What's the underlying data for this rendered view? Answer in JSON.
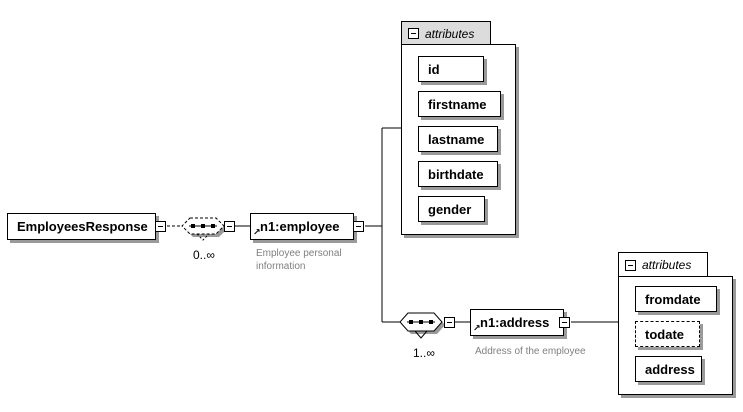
{
  "root": {
    "label": "EmployeesResponse"
  },
  "sequence1": {
    "cardinality": "0..∞"
  },
  "employee": {
    "label": "n1:employee",
    "doc": [
      "Employee personal",
      "information"
    ]
  },
  "employee_attributes": {
    "title": "attributes",
    "items": [
      "id",
      "firstname",
      "lastname",
      "birthdate",
      "gender"
    ]
  },
  "sequence2": {
    "cardinality": "1..∞"
  },
  "address": {
    "label": "n1:address",
    "doc": "Address of the employee"
  },
  "address_attributes": {
    "title": "attributes",
    "items": [
      {
        "label": "fromdate",
        "optional": false
      },
      {
        "label": "todate",
        "optional": true
      },
      {
        "label": "address",
        "optional": false
      }
    ]
  }
}
